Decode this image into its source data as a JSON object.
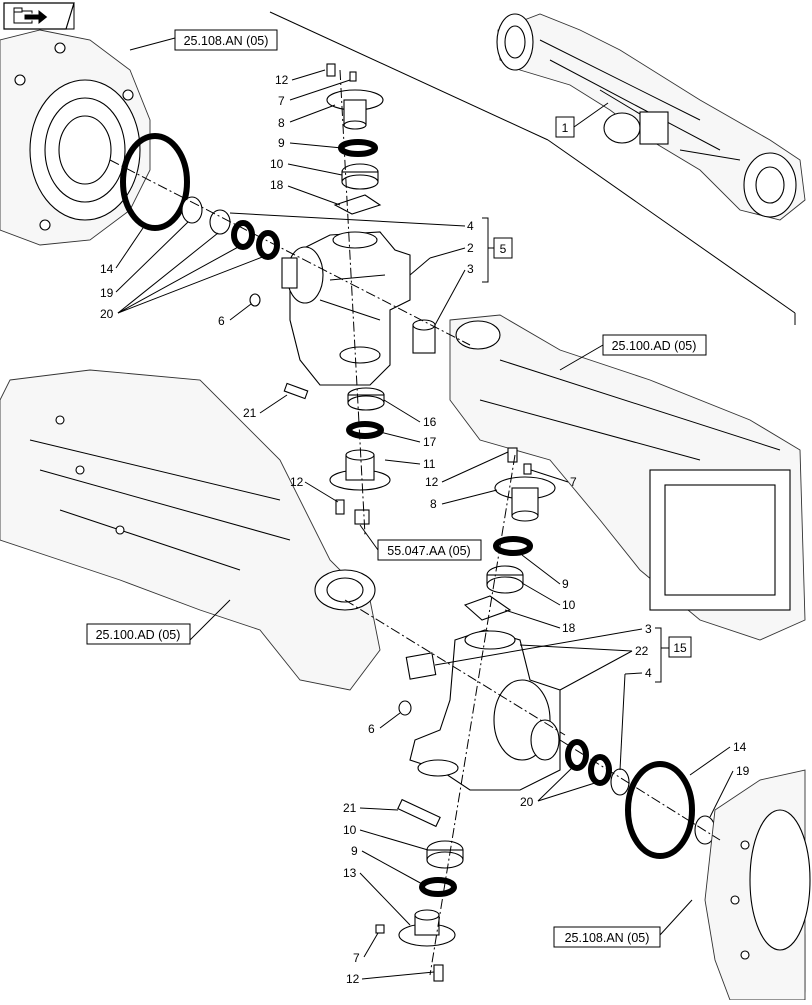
{
  "nav_icon": "back-arrow-folder-icon",
  "corner_nav_icon": "next-page-arrow-icon",
  "refs": {
    "r1": "25.108.AN (05)",
    "r2": "25.100.AD (05)",
    "r3": "55.047.AA (05)",
    "r4": "25.100.AD (05)",
    "r5": "25.108.AN (05)"
  },
  "boxed": {
    "b1": "1",
    "b5": "5",
    "b15": "15"
  },
  "callouts": {
    "c12a": "12",
    "c7a": "7",
    "c8a": "8",
    "c9a": "9",
    "c10a": "10",
    "c18a": "18",
    "c4a": "4",
    "c2a": "2",
    "c3a": "3",
    "c14a": "14",
    "c19a": "19",
    "c20a": "20",
    "c6a": "6",
    "c21a": "21",
    "c16a": "16",
    "c17a": "17",
    "c11a": "11",
    "c12b": "12",
    "c7b": "7",
    "c8b": "8",
    "c9b": "9",
    "c10b": "10",
    "c18b": "18",
    "c3b": "3",
    "c22b": "22",
    "c4b": "4",
    "c6b": "6",
    "c14b": "14",
    "c19b": "19",
    "c20b": "20",
    "c21b": "21",
    "c10c": "10",
    "c9c": "9",
    "c13c": "13",
    "c7c": "7",
    "c12c": "12"
  },
  "colors": {
    "line": "#000000",
    "background": "#ffffff"
  }
}
